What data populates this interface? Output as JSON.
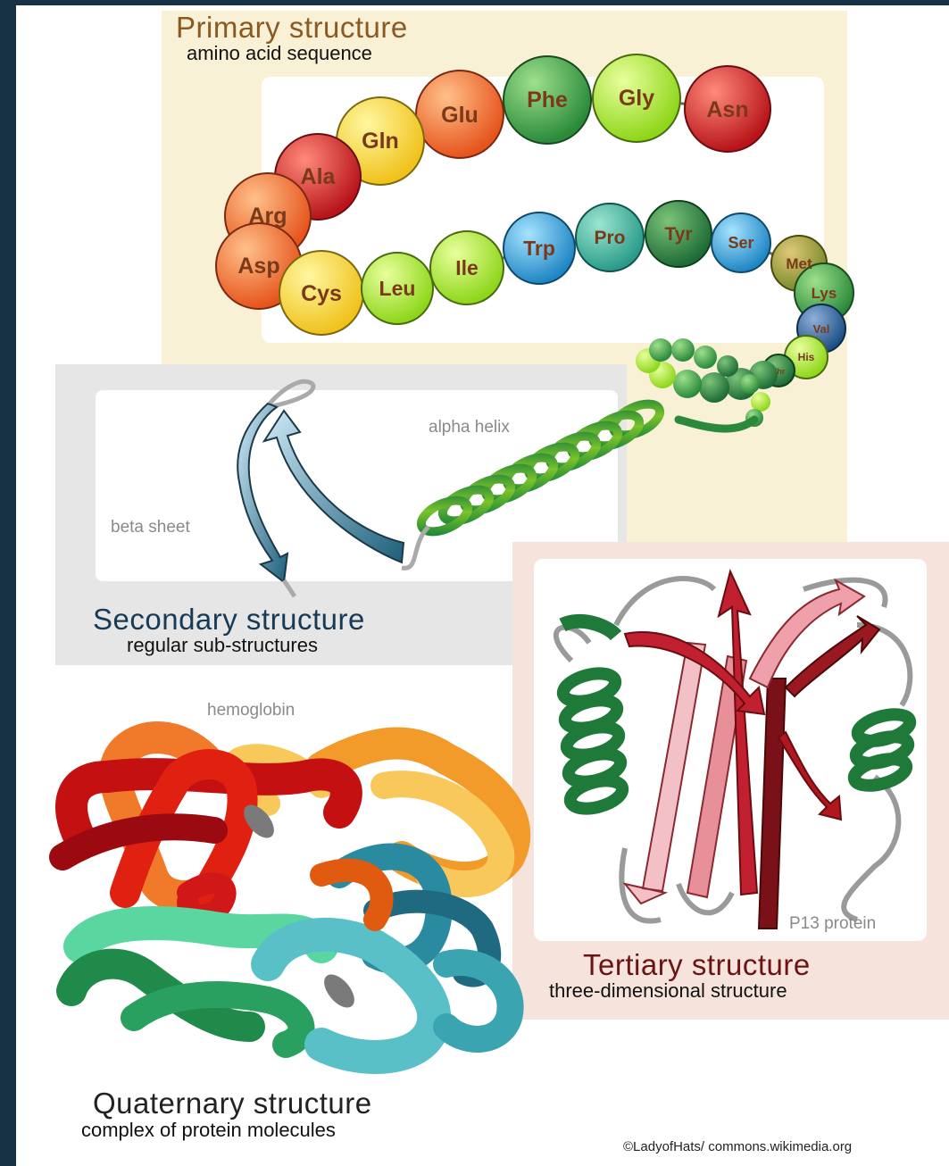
{
  "primary": {
    "title": "Primary structure",
    "subtitle": "amino acid sequence",
    "amino_acids": [
      "Asn",
      "Gly",
      "Phe",
      "Glu",
      "Gln",
      "Ala",
      "Arg",
      "Asp",
      "Cys",
      "Leu",
      "Ile",
      "Trp",
      "Pro",
      "Tyr",
      "Ser",
      "Met",
      "Lys",
      "Val",
      "His",
      "Thr"
    ]
  },
  "secondary": {
    "title": "Secondary structure",
    "subtitle": "regular sub-structures",
    "beta_label": "beta sheet",
    "alpha_label": "alpha helix"
  },
  "tertiary": {
    "title": "Tertiary structure",
    "subtitle": "three-dimensional structure",
    "example_label": "P13 protein"
  },
  "quaternary": {
    "title": "Quaternary structure",
    "subtitle": "complex of protein molecules",
    "example_label": "hemoglobin"
  },
  "credit": "©LadyofHats/ commons.wikimedia.org",
  "colors": {
    "primary_title": "#8a5a22",
    "secondary_title": "#173b57",
    "tertiary_title": "#6b1414",
    "quaternary_title": "#222222"
  }
}
